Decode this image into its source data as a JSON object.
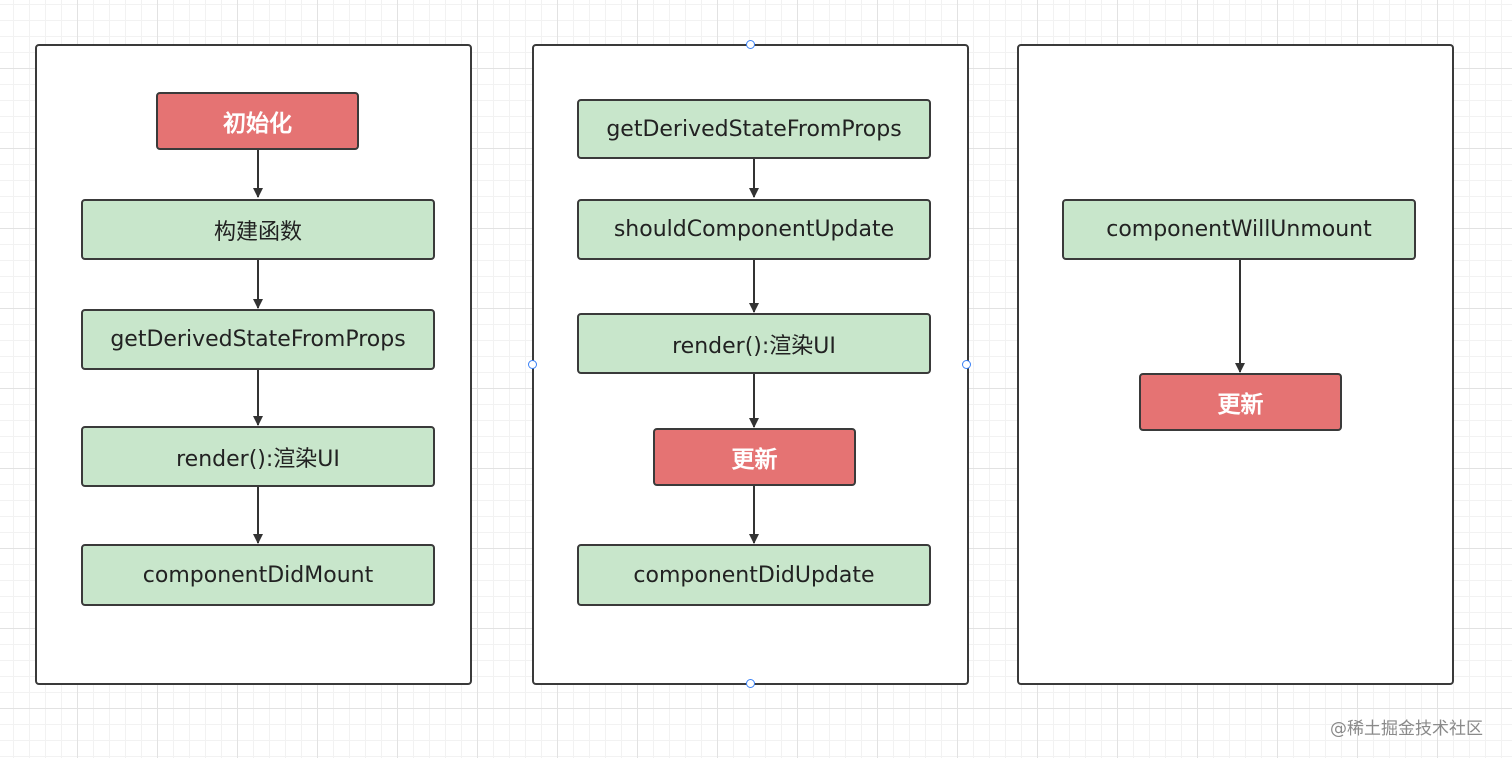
{
  "colors": {
    "node_green": "#c8e6cb",
    "node_red": "#e57373",
    "border": "#3a3a3a",
    "selection_handle": "#3b82f6"
  },
  "columns": [
    {
      "nodes": [
        {
          "label": "初始化",
          "style": "red"
        },
        {
          "label": "构建函数",
          "style": "green"
        },
        {
          "label": "getDerivedStateFromProps",
          "style": "green"
        },
        {
          "label": "render():渲染UI",
          "style": "green"
        },
        {
          "label": "componentDidMount",
          "style": "green"
        }
      ]
    },
    {
      "nodes": [
        {
          "label": "getDerivedStateFromProps",
          "style": "green"
        },
        {
          "label": "shouldComponentUpdate",
          "style": "green"
        },
        {
          "label": "render():渲染UI",
          "style": "green"
        },
        {
          "label": "更新",
          "style": "red"
        },
        {
          "label": "componentDidUpdate",
          "style": "green"
        }
      ]
    },
    {
      "nodes": [
        {
          "label": "componentWillUnmount",
          "style": "green"
        },
        {
          "label": "更新",
          "style": "red"
        }
      ]
    }
  ],
  "watermark": "@稀土掘金技术社区"
}
